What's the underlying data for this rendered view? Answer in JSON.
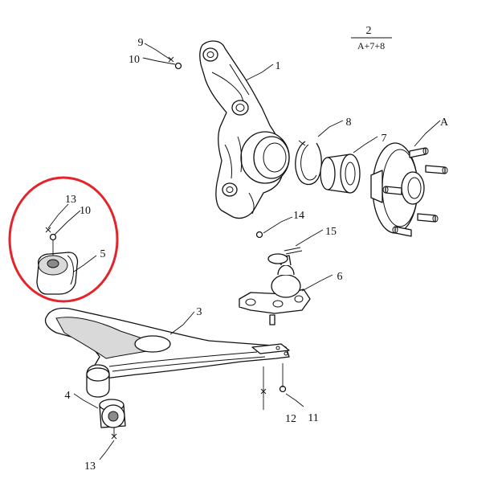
{
  "diagram": {
    "assembly_note": {
      "number": "2",
      "formula": "A+7+8"
    },
    "labels": {
      "n1": "1",
      "n3": "3",
      "n4": "4",
      "n5": "5",
      "n6": "6",
      "n7": "7",
      "n8": "8",
      "n9": "9",
      "n10a": "10",
      "n10b": "10",
      "n11": "11",
      "n12": "12",
      "n13a": "13",
      "n13b": "13",
      "n14": "14",
      "n15": "15",
      "nA": "A"
    },
    "highlight_color": "#e3242b",
    "line_color": "#111111"
  }
}
